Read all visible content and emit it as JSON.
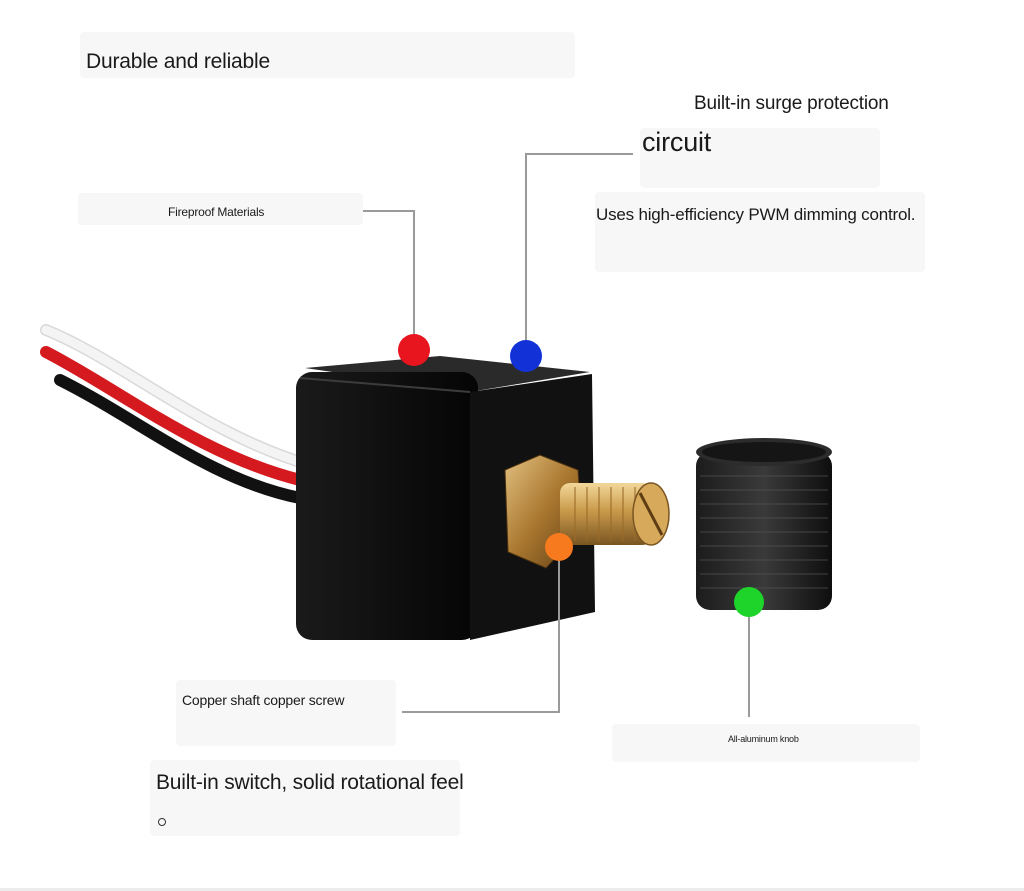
{
  "headline_durable": "Durable and reliable",
  "surge_line1": "Built-in surge protection",
  "surge_line2": "circuit",
  "pwm_text": "Uses high-efficiency PWM dimming control.",
  "fireproof_label": "Fireproof Materials",
  "copper_label": "Copper shaft copper screw",
  "knob_label": "All-aluminum knob",
  "switch_text": "Built-in switch, solid rotational feel",
  "colors": {
    "marker_red": "#e8141e",
    "marker_blue": "#1232d8",
    "marker_orange": "#f77a1e",
    "marker_green": "#1ed42a",
    "leader_line": "#9a9a9a"
  }
}
